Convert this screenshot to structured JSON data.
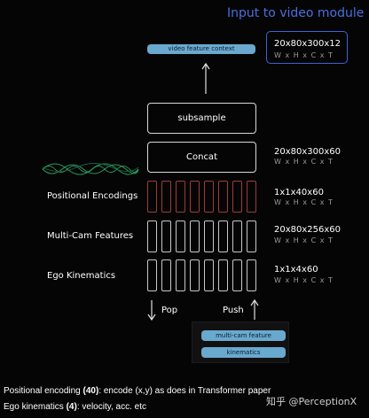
{
  "title": "Input to video module",
  "video_feature_context": "video feature context",
  "subsample": "subsample",
  "concat": "Concat",
  "dims": {
    "top": {
      "main": "20x80x300x12",
      "sub": "W x H x C x T"
    },
    "concat": {
      "main": "20x80x300x60",
      "sub": "W x H x C x T"
    },
    "pos": {
      "main": "1x1x40x60",
      "sub": "W x H x C x T"
    },
    "cam": {
      "main": "20x80x256x60",
      "sub": "W x H x C x T"
    },
    "ego": {
      "main": "1x1x4x60",
      "sub": "W x H x C x T"
    }
  },
  "rows": {
    "positional": "Positional Encodings",
    "multicam": "Multi-Cam Features",
    "ego": "Ego Kinematics"
  },
  "pop": "Pop",
  "push": "Push",
  "inputs": {
    "multicam": "multi-cam feature",
    "kinematics": "kinematics"
  },
  "caption": {
    "line1_prefix": "Positional encoding ",
    "line1_bold": "(40)",
    "line1_rest": ": encode (x,y) as does in Transformer paper",
    "line2_prefix": "Ego kinematics ",
    "line2_bold": "(4)",
    "line2_rest": ": velocity, acc. etc"
  },
  "watermark": "知乎 @PerceptionX",
  "colors": {
    "accent_blue": "#3e63d6",
    "pill_blue": "#6aa9cf",
    "positional_cells": "#a13a3a",
    "feature_cells": "#c8c8c8"
  }
}
